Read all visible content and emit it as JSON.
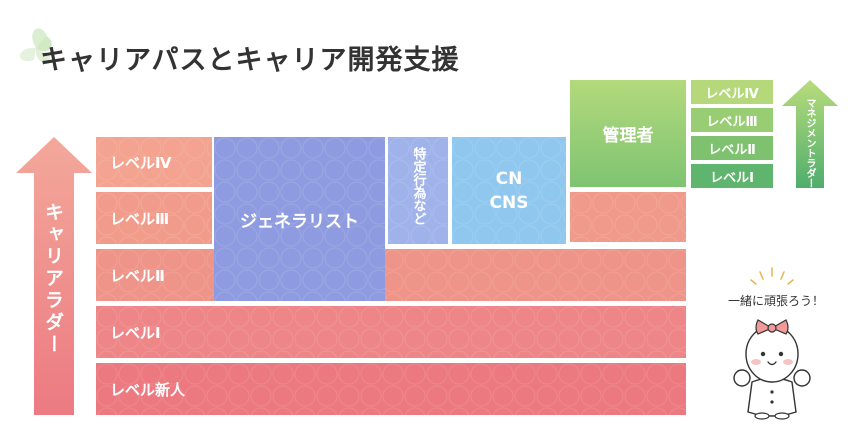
{
  "title": "キャリアパスとキャリア開発支援",
  "career_ladder": {
    "label": "キャリアラダー",
    "levels": [
      "レベルⅣ",
      "レベルⅢ",
      "レベルⅡ",
      "レベルⅠ",
      "レベル新人"
    ]
  },
  "roles": {
    "generalist": "ジェネラリスト",
    "specialist": "特定行為など",
    "cn_line1": "CN",
    "cn_line2": "CNS",
    "manager": "管理者"
  },
  "management_ladder": {
    "label": "マネジメントラダー",
    "levels": [
      "レベルⅣ",
      "レベルⅢ",
      "レベルⅡ",
      "レベルⅠ"
    ]
  },
  "mascot": {
    "speech": "一緒に頑張ろう！"
  },
  "colors": {
    "coral_light": "#f3a38f",
    "coral": "#ef8a88",
    "coral_dark": "#ec7880",
    "blue_purple": "#8f9be0",
    "sky": "#8fc7ee",
    "green_light": "#a5d272",
    "green": "#5eb56f",
    "mascot_pink": "#f29a9a"
  }
}
